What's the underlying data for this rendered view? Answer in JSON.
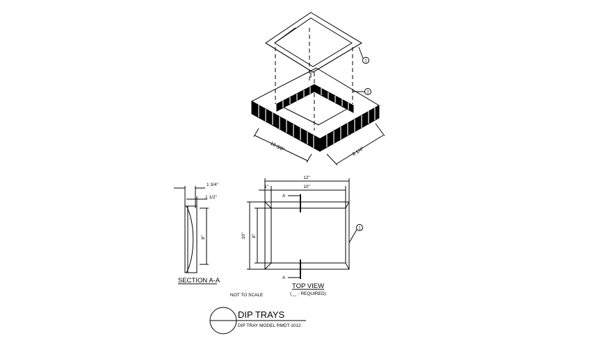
{
  "callouts": {
    "c1": "1",
    "c2": "2",
    "c3": "1"
  },
  "iso": {
    "dim_a": "10 3/8\"",
    "dim_b": "8 1/4\""
  },
  "section": {
    "dim_top1": "1 3/4\"",
    "dim_top2": "1 1/2\"",
    "dim_height": "8\"",
    "title": "SECTION A-A"
  },
  "top_view": {
    "dim_outer_w": "12\"",
    "dim_inner_w": "10\"",
    "dim_left": "1\"",
    "dim_outer_h": "10\"",
    "dim_inner_h": "8\"",
    "mark_top": "A",
    "mark_bottom": "A",
    "title": "TOP VIEW",
    "subtitle": "(__ - REQUIRED)"
  },
  "scale_note": "NOT TO SCALE",
  "title_block": {
    "title": "DIP TRAYS",
    "subtitle": "DIP TRAY MODEL RMDT-1012"
  }
}
